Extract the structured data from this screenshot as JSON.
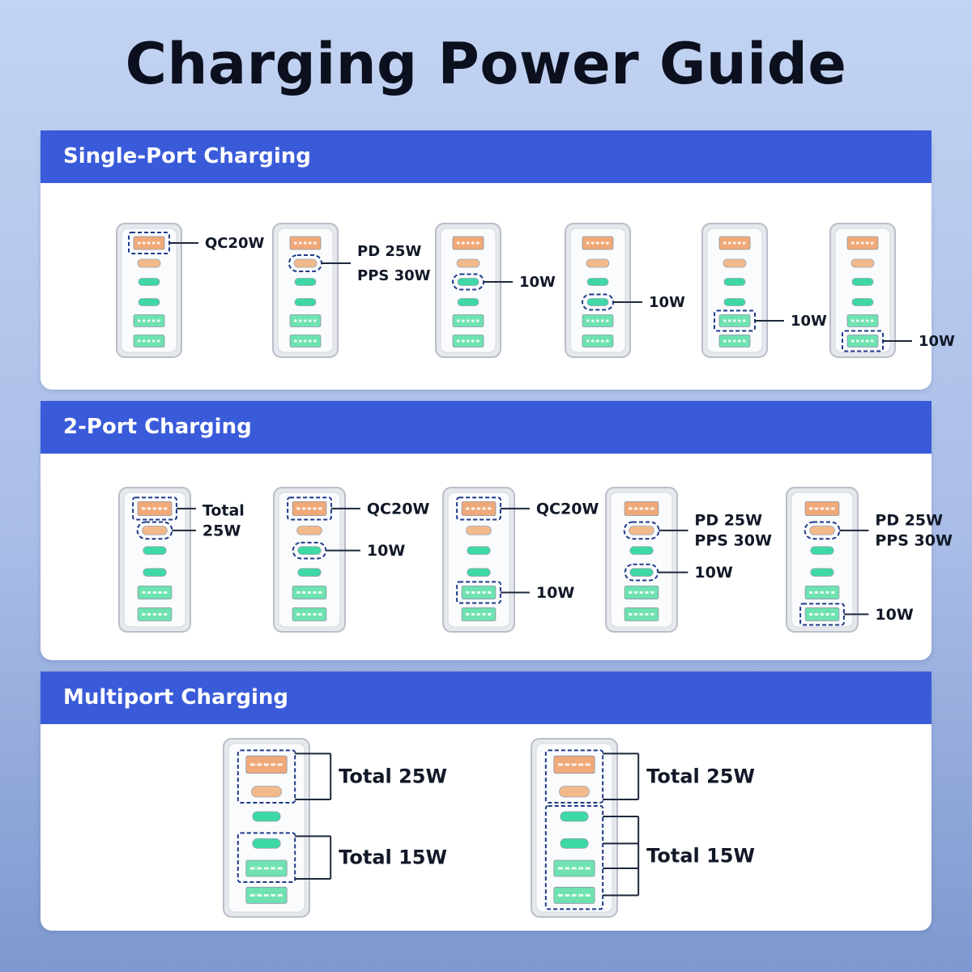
{
  "title": "Charging Power Guide",
  "colors": {
    "header_bg": "#3a5bd9",
    "port_usb_a_qc": "#f0a978",
    "port_usb_c_pd": "#f2ba8a",
    "port_usb_c": "#3dd8a4",
    "port_usb_a": "#6ee2b0",
    "highlight_dash": "#1e3a8a"
  },
  "sections": [
    {
      "header": "Single-Port Charging",
      "chargers": [
        {
          "highlight": [
            "usb-a-qc"
          ],
          "labels": [
            "QC20W"
          ]
        },
        {
          "highlight": [
            "usb-c-pd"
          ],
          "labels": [
            "PD 25W",
            "PPS 30W"
          ]
        },
        {
          "highlight": [
            "usb-c-1"
          ],
          "labels": [
            "10W"
          ]
        },
        {
          "highlight": [
            "usb-c-2"
          ],
          "labels": [
            "10W"
          ]
        },
        {
          "highlight": [
            "usb-a-1"
          ],
          "labels": [
            "10W"
          ]
        },
        {
          "highlight": [
            "usb-a-2"
          ],
          "labels": [
            "10W"
          ]
        }
      ]
    },
    {
      "header": "2-Port Charging",
      "chargers": [
        {
          "highlight": [
            "usb-a-qc",
            "usb-c-pd"
          ],
          "labels": [
            "Total",
            "25W"
          ]
        },
        {
          "highlight": [
            "usb-a-qc",
            "usb-c-1"
          ],
          "labels": [
            "QC20W",
            "10W"
          ]
        },
        {
          "highlight": [
            "usb-a-qc",
            "usb-a-1"
          ],
          "labels": [
            "QC20W",
            "10W"
          ]
        },
        {
          "highlight": [
            "usb-c-pd",
            "usb-c-2"
          ],
          "labels": [
            "PD 25W",
            "PPS 30W",
            "10W"
          ]
        },
        {
          "highlight": [
            "usb-c-pd",
            "usb-a-2"
          ],
          "labels": [
            "PD 25W",
            "PPS 30W",
            "10W"
          ]
        }
      ]
    },
    {
      "header": "Multiport Charging",
      "chargers": [
        {
          "groups": [
            [
              "usb-a-qc",
              "usb-c-pd"
            ],
            [
              "usb-c-2",
              "usb-a-1"
            ]
          ],
          "labels": [
            "Total 25W",
            "Total 15W"
          ]
        },
        {
          "groups": [
            [
              "usb-a-qc",
              "usb-c-pd"
            ],
            [
              "usb-c-1",
              "usb-c-2",
              "usb-a-1",
              "usb-a-2"
            ]
          ],
          "labels": [
            "Total 25W",
            "Total 15W"
          ]
        }
      ]
    }
  ]
}
